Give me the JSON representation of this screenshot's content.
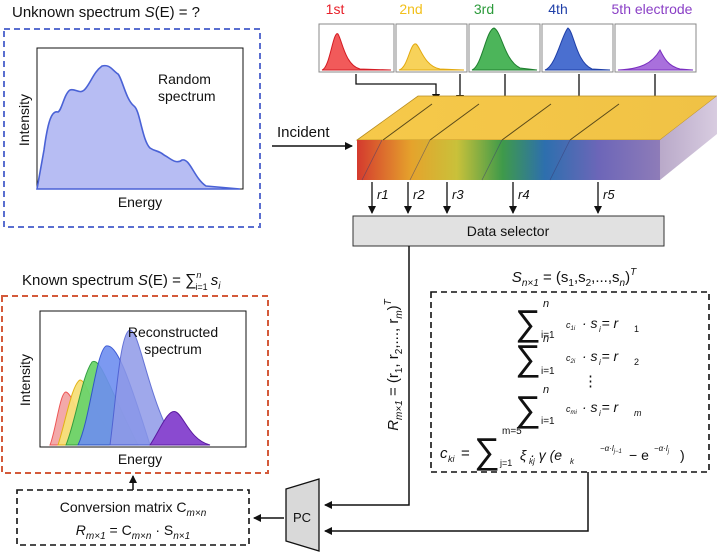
{
  "unknown": {
    "title_prefix": "Unknown spectrum ",
    "title_var": "S",
    "title_paren": "(E) = ?",
    "plot_label_1": "Random",
    "plot_label_2": "spectrum",
    "ylabel": "Intensity",
    "xlabel": "Energy"
  },
  "electrodes": {
    "labels": [
      "1st",
      "2nd",
      "3rd",
      "4th",
      "5th electrode"
    ],
    "colors": [
      "#e8202a",
      "#f2c01c",
      "#2b9a3a",
      "#1f3fa8",
      "#8a3fc6"
    ]
  },
  "incident_label": "Incident",
  "readouts": [
    "r1",
    "r2",
    "r3",
    "r4",
    "r5"
  ],
  "data_selector_label": "Data selector",
  "known": {
    "title_prefix": "Known spectrum ",
    "title_var": "S",
    "title_rest": "(E) = ",
    "title_sum": "∑",
    "title_sum_top": "n",
    "title_sum_bottom": "i=1",
    "title_term": "s",
    "title_term_sub": "i",
    "plot_label_1": "Reconstructed",
    "plot_label_2": "spectrum",
    "ylabel": "Intensity",
    "xlabel": "Energy"
  },
  "vector_R": "R",
  "vector_R_sub": "m×1",
  "vector_R_rest": " = (r",
  "vector_R_tail": ", r",
  "vector_R_end": ",..., r",
  "vector_R_T": "T",
  "equations": {
    "s_def_lhs": "S",
    "s_def_sub": "n×1",
    "s_def_rhs": " = (s",
    "s_def_tail": ",s",
    "s_def_dots": ",...,s",
    "s_def_close": ")",
    "s_def_T": "T",
    "sum_top": "n",
    "sum_bottom": "i=1",
    "eq1": "· s  = r",
    "eq2": "· s  = r",
    "eq3": "· s  = r",
    "dots": "⋮",
    "cki_lhs": "c",
    "cki_sum_top": "m=5",
    "cki_sum_bottom": "j=1",
    "cki_rhs": "ξ  · γ (e",
    "cki_mid": " − e",
    "cki_close": ")"
  },
  "conversion": {
    "line1": "Conversion matrix C",
    "line1_sub": "m×n",
    "line2_R": "R",
    "line2_R_sub": "m×1",
    "line2_eq": " = C",
    "line2_C_sub": "m×n",
    "line2_dot": " · S",
    "line2_S_sub": "n×1"
  },
  "pc_label": "PC"
}
